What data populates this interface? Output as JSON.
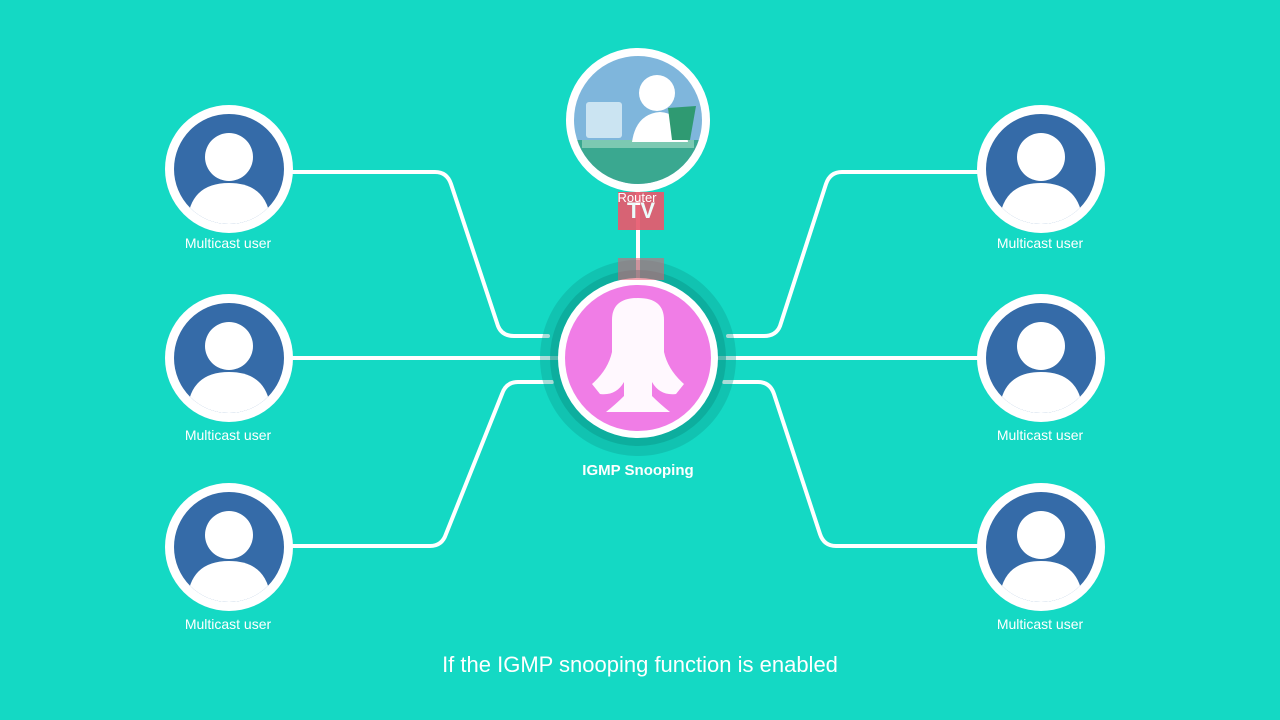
{
  "diagram": {
    "caption": "If the IGMP snooping function is enabled",
    "switch_label": "IGMP Snooping",
    "router_label": "Router",
    "tv_label": "TV",
    "users": [
      {
        "label": "Multicast user"
      },
      {
        "label": "Multicast user"
      },
      {
        "label": "Multicast user"
      },
      {
        "label": "Multicast user"
      },
      {
        "label": "Multicast user"
      },
      {
        "label": "Multicast user"
      }
    ]
  },
  "colors": {
    "background": "#14d9c4",
    "user_fill": "#356ba8",
    "switch_fill": "#f07de6",
    "switch_ring": "#0b9c8e",
    "tv": "#e85a6e",
    "line": "#ffffff"
  }
}
